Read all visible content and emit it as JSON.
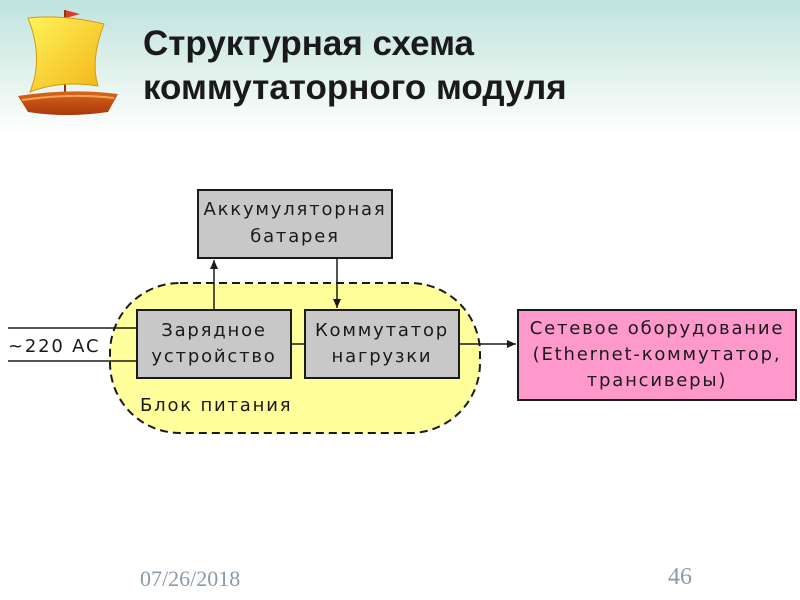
{
  "slide": {
    "title_line1": "Структурная схема",
    "title_line2": "коммутаторного модуля",
    "date": "07/26/2018",
    "page_number": "46"
  },
  "diagram": {
    "battery": {
      "line1": "Аккумуляторная",
      "line2": "батарея"
    },
    "charger": {
      "line1": "Зарядное",
      "line2": "устройство"
    },
    "load_switch": {
      "line1": "Коммутатор",
      "line2": "нагрузки"
    },
    "network_equipment": {
      "line1": "Сетевое оборудование",
      "line2": "(Ethernet-коммутатор,",
      "line3": "трансиверы)"
    },
    "power_block_label": "Блок питания",
    "input_label": "~220 AC"
  },
  "colors": {
    "gray_box": "#c8c8c8",
    "power_block": "#ffff9c",
    "network_box": "#ff99cc",
    "title_text": "#1a1a1a",
    "footer_text": "#8a9aa6"
  }
}
